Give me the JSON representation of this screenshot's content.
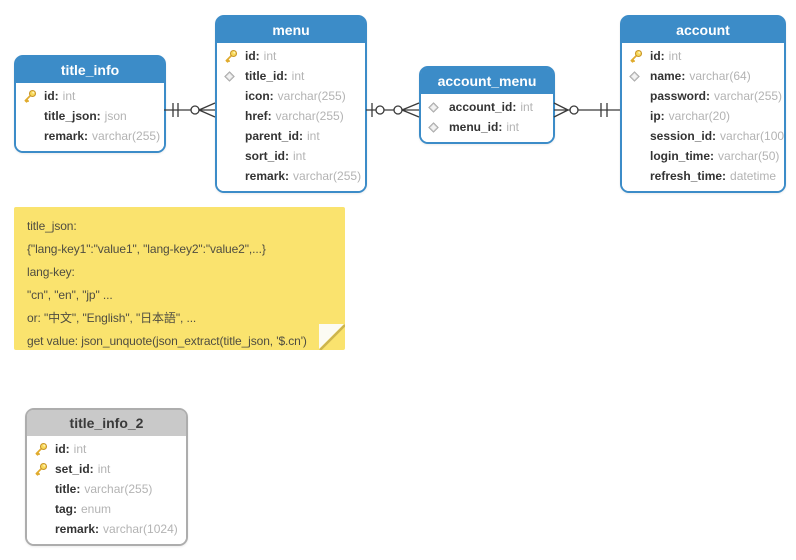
{
  "diagram": {
    "tables": [
      {
        "name": "title_info",
        "header_style": "blue",
        "fields": [
          {
            "icon": "key",
            "name": "id",
            "type": "int"
          },
          {
            "icon": "",
            "name": "title_json",
            "type": "json"
          },
          {
            "icon": "",
            "name": "remark",
            "type": "varchar(255)"
          }
        ]
      },
      {
        "name": "menu",
        "header_style": "blue",
        "fields": [
          {
            "icon": "key",
            "name": "id",
            "type": "int"
          },
          {
            "icon": "fk",
            "name": "title_id",
            "type": "int"
          },
          {
            "icon": "",
            "name": "icon",
            "type": "varchar(255)"
          },
          {
            "icon": "",
            "name": "href",
            "type": "varchar(255)"
          },
          {
            "icon": "",
            "name": "parent_id",
            "type": "int"
          },
          {
            "icon": "",
            "name": "sort_id",
            "type": "int"
          },
          {
            "icon": "",
            "name": "remark",
            "type": "varchar(255)"
          }
        ]
      },
      {
        "name": "account_menu",
        "header_style": "blue",
        "fields": [
          {
            "icon": "fk",
            "name": "account_id",
            "type": "int"
          },
          {
            "icon": "fk",
            "name": "menu_id",
            "type": "int"
          }
        ]
      },
      {
        "name": "account",
        "header_style": "blue",
        "fields": [
          {
            "icon": "key",
            "name": "id",
            "type": "int"
          },
          {
            "icon": "fk",
            "name": "name",
            "type": "varchar(64)"
          },
          {
            "icon": "",
            "name": "password",
            "type": "varchar(255)"
          },
          {
            "icon": "",
            "name": "ip",
            "type": "varchar(20)"
          },
          {
            "icon": "",
            "name": "session_id",
            "type": "varchar(100)"
          },
          {
            "icon": "",
            "name": "login_time",
            "type": "varchar(50)"
          },
          {
            "icon": "",
            "name": "refresh_time",
            "type": "datetime"
          }
        ]
      },
      {
        "name": "title_info_2",
        "header_style": "gray",
        "fields": [
          {
            "icon": "key",
            "name": "id",
            "type": "int"
          },
          {
            "icon": "key",
            "name": "set_id",
            "type": "int"
          },
          {
            "icon": "",
            "name": "title",
            "type": "varchar(255)"
          },
          {
            "icon": "",
            "name": "tag",
            "type": "enum"
          },
          {
            "icon": "",
            "name": "remark",
            "type": "varchar(1024)"
          }
        ]
      }
    ],
    "relationships": [
      {
        "from": "title_info",
        "to": "menu",
        "from_cardinality": "one-and-only-one",
        "to_cardinality": "zero-or-many"
      },
      {
        "from": "menu",
        "to": "account_menu",
        "from_cardinality": "zero-or-one",
        "to_cardinality": "zero-or-many"
      },
      {
        "from": "account",
        "to": "account_menu",
        "from_cardinality": "one-and-only-one",
        "to_cardinality": "zero-or-many"
      }
    ],
    "note": {
      "lines": [
        "title_json:",
        "{\"lang-key1\":\"value1\", \"lang-key2\":\"value2\",...}",
        "lang-key:",
        "\"cn\", \"en\", \"jp\" ...",
        "or: \"中文\", \"English\", \"日本語\", ...",
        "get value: json_unquote(json_extract(title_json, '$.cn')"
      ]
    },
    "colors": {
      "table_header_blue": "#3C8CC8",
      "table_header_gray": "#C9C9C9",
      "table_border_gray": "#ADADAD",
      "note_yellow": "#FAE36E",
      "field_name_text": "#333333",
      "field_type_text": "#B3B3B3",
      "connector_line": "#3A3A3A",
      "key_icon_gold": "#F8D95A",
      "fk_icon_gray": "#DCDCDC"
    }
  }
}
